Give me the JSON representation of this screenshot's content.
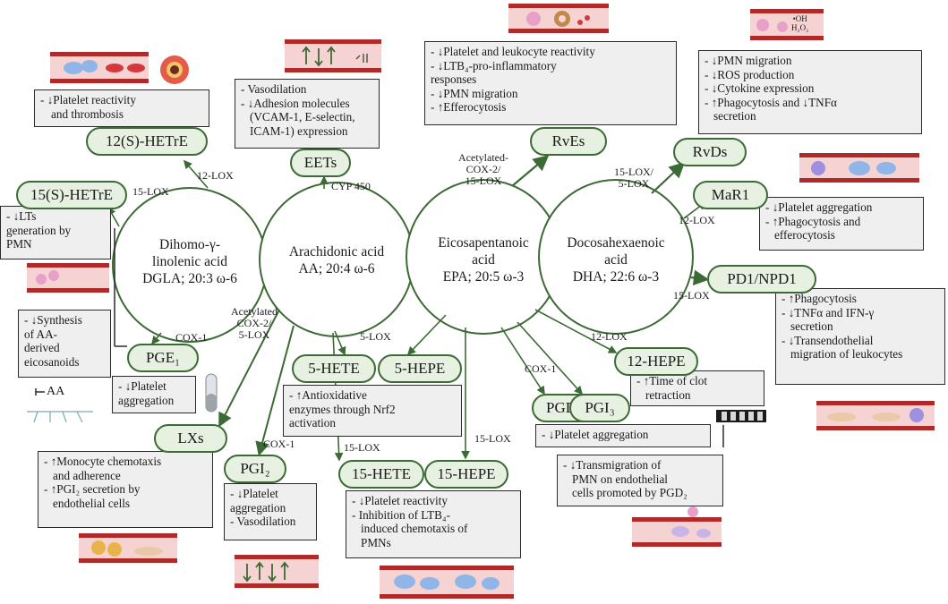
{
  "sources": [
    {
      "id": "dgla",
      "lines": [
        "Dihomo-γ-",
        "linolenic acid",
        "DGLA; 20:3 ω-6"
      ]
    },
    {
      "id": "aa",
      "lines": [
        "Arachidonic acid",
        "AA; 20:4 ω-6"
      ]
    },
    {
      "id": "epa",
      "lines": [
        "Eicosapentanoic",
        "acid",
        "EPA; 20:5 ω-3"
      ]
    },
    {
      "id": "dha",
      "lines": [
        "Docosahexaenoic",
        "acid",
        "DHA; 22:6 ω-3"
      ]
    }
  ],
  "mediators": {
    "hetre12": "12(S)-HETrE",
    "hetre15": "15(S)-HETrE",
    "pge1": "PGE₁",
    "eets": "EETs",
    "lxs": "LXs",
    "pgi2": "PGI₂",
    "hete5": "5-HETE",
    "hepe5": "5-HEPE",
    "hete15": "15-HETE",
    "hepe15": "15-HEPE",
    "rves": "RvEs",
    "pgd3": "PGD₃",
    "pgi3": "PGI₃",
    "hepe12": "12-HEPE",
    "rvds": "RvDs",
    "mar1": "MaR1",
    "pd1": "PD1/NPD1"
  },
  "enzymes": {
    "e12lox_dgla": "12-LOX",
    "e15lox_dgla": "15-LOX",
    "cox1_dgla": "COX-1",
    "cyp450": "CYP 450",
    "acetyl_aa": [
      "Acetylated",
      "COX-2/",
      "5-LOX"
    ],
    "cox1_aa": "COX-1",
    "lox5": "5-LOX",
    "lox15_aa": "15-LOX",
    "lox15_epa": "15-LOX",
    "acetyl_epa": [
      "Acetylated-",
      "COX-2/",
      "15-LOX"
    ],
    "cox1_epa": "COX-1",
    "lox12_epa": "12-LOX",
    "lox_dha_rvd": [
      "15-LOX/",
      "5-LOX"
    ],
    "lox12_dha": "12-LOX",
    "lox15_dha": "15-LOX"
  },
  "effects": {
    "hetre12": [
      "- ↓Platelet reactivity",
      "and thrombosis"
    ],
    "hetre15": [
      "- ↓LTs",
      "generation by",
      "PMN"
    ],
    "pge1_left": [
      "- ↓Synthesis",
      "of AA-",
      "derived",
      "eicosanoids"
    ],
    "pge1": [
      "- ↓Platelet",
      "aggregation"
    ],
    "eets": [
      "- Vasodilation",
      "- ↓Adhesion molecules",
      "(VCAM-1, E-selectin,",
      "ICAM-1) expression"
    ],
    "lxs": [
      "- ↑Monocyte chemotaxis",
      "and adherence",
      "- ↑PGI₂ secretion by",
      "endothelial cells"
    ],
    "pgi2": [
      "- ↓Platelet",
      "aggregation",
      "- Vasodilation"
    ],
    "hete5": [
      "- ↑Antioxidative",
      "enzymes through Nrf2",
      "activation"
    ],
    "hete15": [
      "- ↓Platelet reactivity",
      "- Inhibition of LTB₄-",
      "induced chemotaxis of",
      "PMNs"
    ],
    "rves": [
      "- ↓Platelet and leukocyte reactivity",
      "- ↓LTB₄-pro-inflammatory",
      "responses",
      "- ↓PMN migration",
      "- ↑Efferocytosis"
    ],
    "pgd3": [
      "- ↓Platelet aggregation"
    ],
    "pgd3_transmig": [
      "- ↓Transmigration of",
      "PMN on endothelial",
      "cells promoted by PGD₂"
    ],
    "hepe12": [
      "- ↑Time of clot",
      "retraction"
    ],
    "rvds": [
      "- ↓PMN migration",
      "- ↓ROS production",
      "- ↓Cytokine expression",
      "- ↑Phagocytosis and ↓TNFα",
      "secretion"
    ],
    "mar1": [
      "- ↓Platelet aggregation",
      "- ↑Phagocytosis and",
      "efferocytosis"
    ],
    "pd1": [
      "- ↑Phagocytosis",
      "- ↓TNFα and IFN-γ",
      "secretion",
      "- ↓Transendothelial",
      "migration of leukocytes"
    ]
  },
  "icon_text": {
    "aa_inhibit": "AA",
    "ros": [
      "•OH",
      "H₂O₂"
    ]
  },
  "colors": {
    "arrow_green": "#3c6a34",
    "pill_fill": "#e6f1e1",
    "box_fill": "#efefef",
    "vessel_red": "#b02a2a",
    "vessel_pink": "#f6d3d3"
  }
}
